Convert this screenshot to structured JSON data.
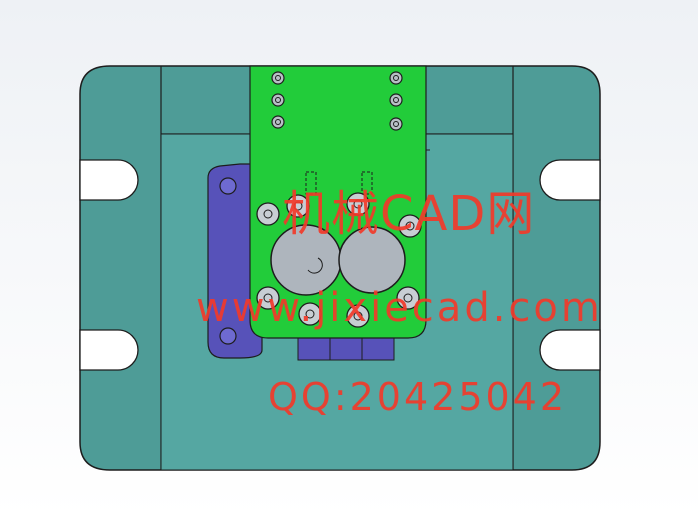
{
  "watermark": {
    "title": "机械CAD网",
    "url": "www.jixiecad.com",
    "qq": "QQ:20425042"
  },
  "colors": {
    "background_top": "#f2f4f7",
    "background_bottom": "#ffffff",
    "base_plate": "#4e9c97",
    "insert": "#55a7a2",
    "pcb": "#22cc3a",
    "bracket": "#5752b9",
    "button": "#aeb5bd",
    "outline": "#1d1d1d",
    "watermark": "#f23a2a"
  },
  "icons": [
    "screw-head-icon",
    "mounting-slot-icon",
    "round-button-icon"
  ]
}
